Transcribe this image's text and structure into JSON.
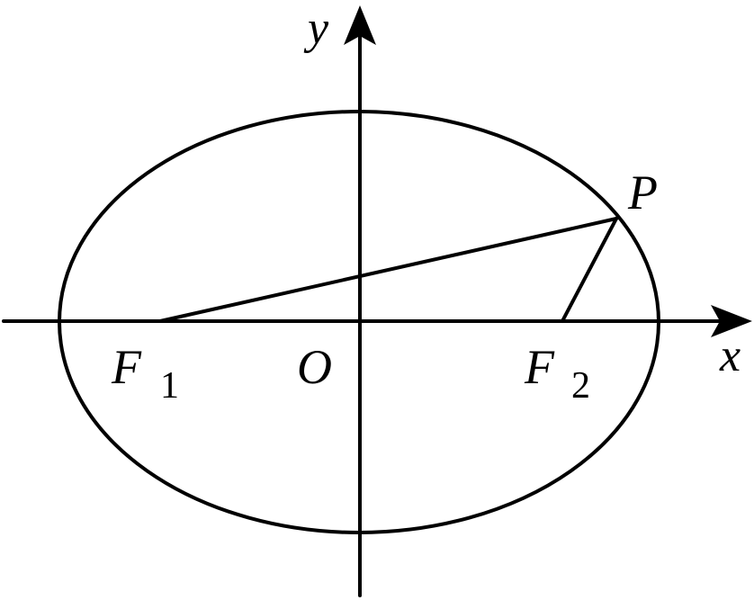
{
  "labels": {
    "y_axis": "y",
    "x_axis": "x",
    "origin": "O",
    "point_p": "P",
    "focus1": "F",
    "focus1_sub": "1",
    "focus2": "F",
    "focus2_sub": "2"
  },
  "colors": {
    "line": "#000000",
    "background": "#ffffff"
  }
}
